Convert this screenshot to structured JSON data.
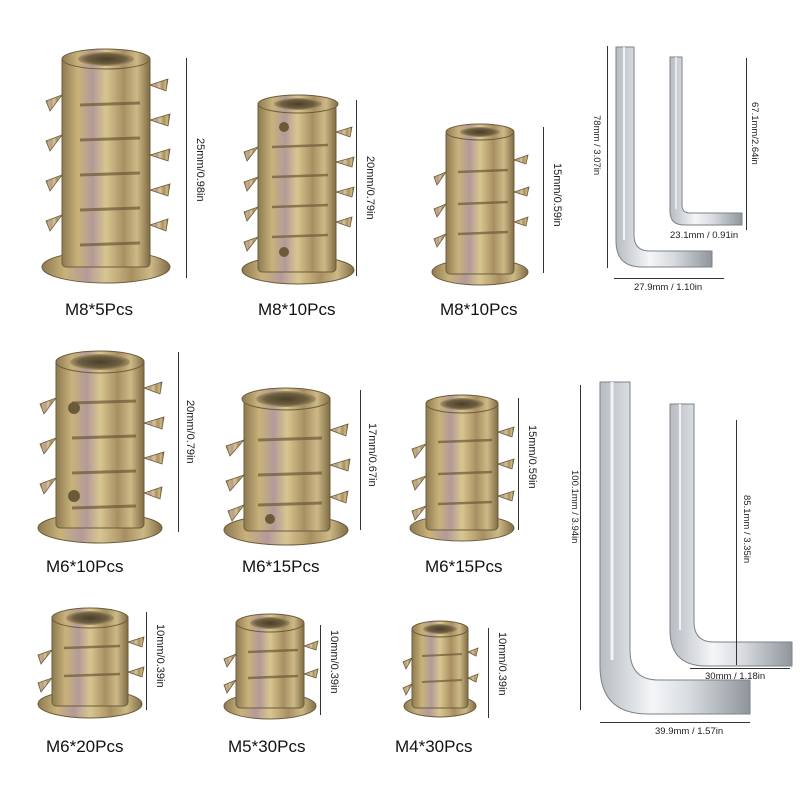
{
  "inserts": [
    {
      "label": "M8*5Pcs",
      "dimension": "25mm/0.98in"
    },
    {
      "label": "M8*10Pcs",
      "dimension": "20mm/0.79in"
    },
    {
      "label": "M8*10Pcs",
      "dimension": "15mm/0.59in"
    },
    {
      "label": "M6*10Pcs",
      "dimension": "20mm/0.79in"
    },
    {
      "label": "M6*15Pcs",
      "dimension": "17mm/0.67in"
    },
    {
      "label": "M6*15Pcs",
      "dimension": "15mm/0.59in"
    },
    {
      "label": "M6*20Pcs",
      "dimension": "10mm/0.39in"
    },
    {
      "label": "M5*30Pcs",
      "dimension": "10mm/0.39in"
    },
    {
      "label": "M4*30Pcs",
      "dimension": "10mm/0.39in"
    }
  ],
  "wrenches": {
    "small_large": {
      "height": "78mm / 3.07in",
      "width": "27.9mm / 1.10in"
    },
    "small_small": {
      "height": "67.1mm/2.64in",
      "width": "23.1mm / 0.91in"
    },
    "big_large": {
      "height": "100.1mm / 3.94in",
      "width": "39.9mm / 1.57in"
    },
    "big_small": {
      "height": "85.1mm / 3.35in",
      "width": "30mm / 1.18in"
    }
  },
  "colors": {
    "zinc_gold": "#c9b27a",
    "zinc_dark": "#8a7a4e",
    "zinc_purple": "#a98aa0",
    "steel_light": "#eef0f2",
    "steel_dark": "#9aa0a6"
  }
}
